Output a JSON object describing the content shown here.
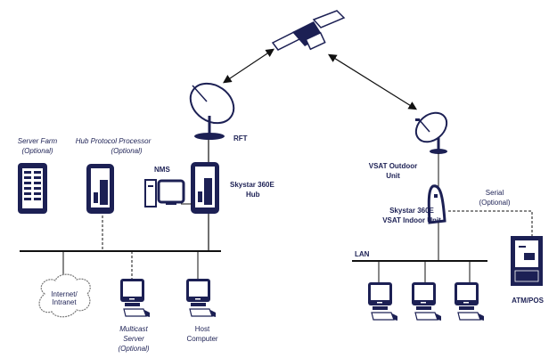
{
  "colors": {
    "ink": "#1c2054",
    "line": "#1a1a1a"
  },
  "hub_site": {
    "rft_label": "RFT",
    "hub_label": [
      "Skystar 360E",
      "Hub"
    ],
    "server_farm_label": [
      "Server Farm",
      "(Optional)"
    ],
    "hpp_label": [
      "Hub Protocol Processor",
      "(Optional)"
    ],
    "nms_label": "NMS",
    "cloud_label": [
      "Internet/",
      "Intranet"
    ],
    "multicast_label": [
      "Multicast",
      "Server",
      "(Optional)"
    ],
    "host_label": [
      "Host",
      "Computer"
    ]
  },
  "remote_site": {
    "outdoor_label": [
      "VSAT Outdoor",
      "Unit"
    ],
    "indoor_label": [
      "Skystar 360E",
      "VSAT Indoor Unit"
    ],
    "serial_label": [
      "Serial",
      "(Optional)"
    ],
    "lan_label": "LAN",
    "atm_label": "ATM/POS"
  },
  "icons": [
    "satellite-icon",
    "dish-antenna-icon",
    "server-rack-icon",
    "hub-unit-icon",
    "pc-icon",
    "cloud-icon",
    "atm-icon",
    "indoor-unit-icon"
  ]
}
